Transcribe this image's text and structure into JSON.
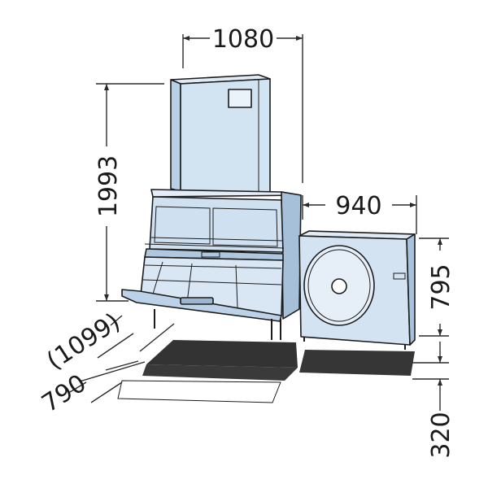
{
  "diagram": {
    "dimensions": {
      "unit_width": "1080",
      "unit_height": "1993",
      "condenser_width": "940",
      "condenser_height": "795",
      "condenser_clearance": "320",
      "depth_with_door": "(1099)",
      "depth": "790"
    },
    "colors": {
      "body_fill": "#d4e4f2",
      "body_fill_dark": "#b9d0e6",
      "body_shadow": "#9fb9d2",
      "floor_mat": "#3a3a3a",
      "floor_shadow": "#e8eef5",
      "line": "#1c1c1c"
    },
    "components": [
      "ice-maker-head",
      "storage-bin",
      "remote-condenser",
      "floor-footprint"
    ]
  }
}
